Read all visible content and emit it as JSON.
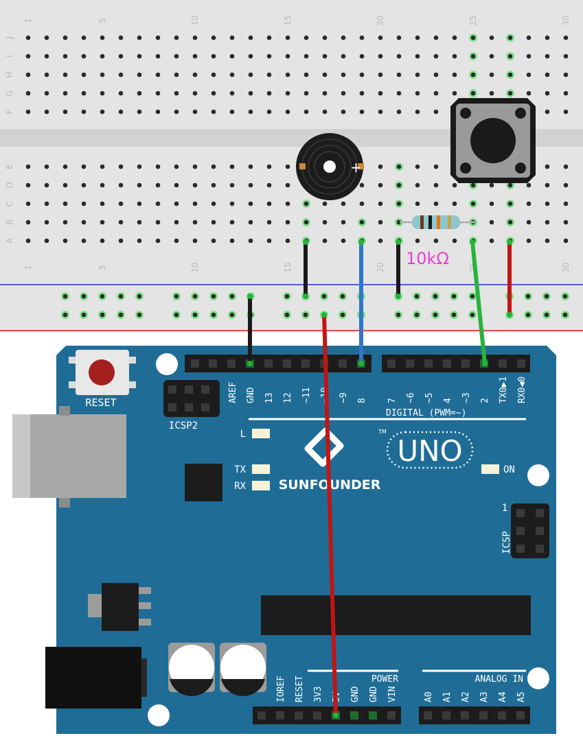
{
  "breadboard": {
    "column_numbers": [
      "1",
      "5",
      "10",
      "15",
      "20",
      "25",
      "30"
    ],
    "row_letters_top": [
      "J",
      "I",
      "H",
      "G",
      "F"
    ],
    "row_letters_bottom": [
      "E",
      "D",
      "C",
      "B",
      "A"
    ]
  },
  "resistor": {
    "label": "10kΩ"
  },
  "buzzer": {
    "plus_sign": "+"
  },
  "board": {
    "reset_label": "RESET",
    "icsp2_label": "ICSP2",
    "icsp_label": "ICSP",
    "icsp_pin1": "1",
    "led_l": "L",
    "led_tx": "TX",
    "led_rx": "RX",
    "led_on": "ON",
    "brand": "SUNFOUNDER",
    "model": "UNO",
    "tm": "TM",
    "digital_label": "DIGITAL (PWM=~)",
    "power_label": "POWER",
    "analog_label": "ANALOG IN",
    "digital_pins": [
      "AREF",
      "GND",
      "13",
      "12",
      "~11",
      "~10",
      "~9",
      "8",
      "7",
      "~6",
      "~5",
      "4",
      "~3",
      "2",
      "TX0▶1",
      "RX0◀0"
    ],
    "power_pins": [
      "IOREF",
      "RESET",
      "3V3",
      "5V",
      "GND",
      "GND",
      "VIN"
    ],
    "analog_pins": [
      "A0",
      "A1",
      "A2",
      "A3",
      "A4",
      "A5"
    ]
  },
  "colors": {
    "board_blue": "#1f6d96",
    "wire_black": "#1a1a1a",
    "wire_red": "#c01616",
    "wire_blue": "#2f77c9",
    "wire_green": "#27b33a",
    "resistor_label": "#e83fd1",
    "breadboard": "#e5e5e5"
  }
}
